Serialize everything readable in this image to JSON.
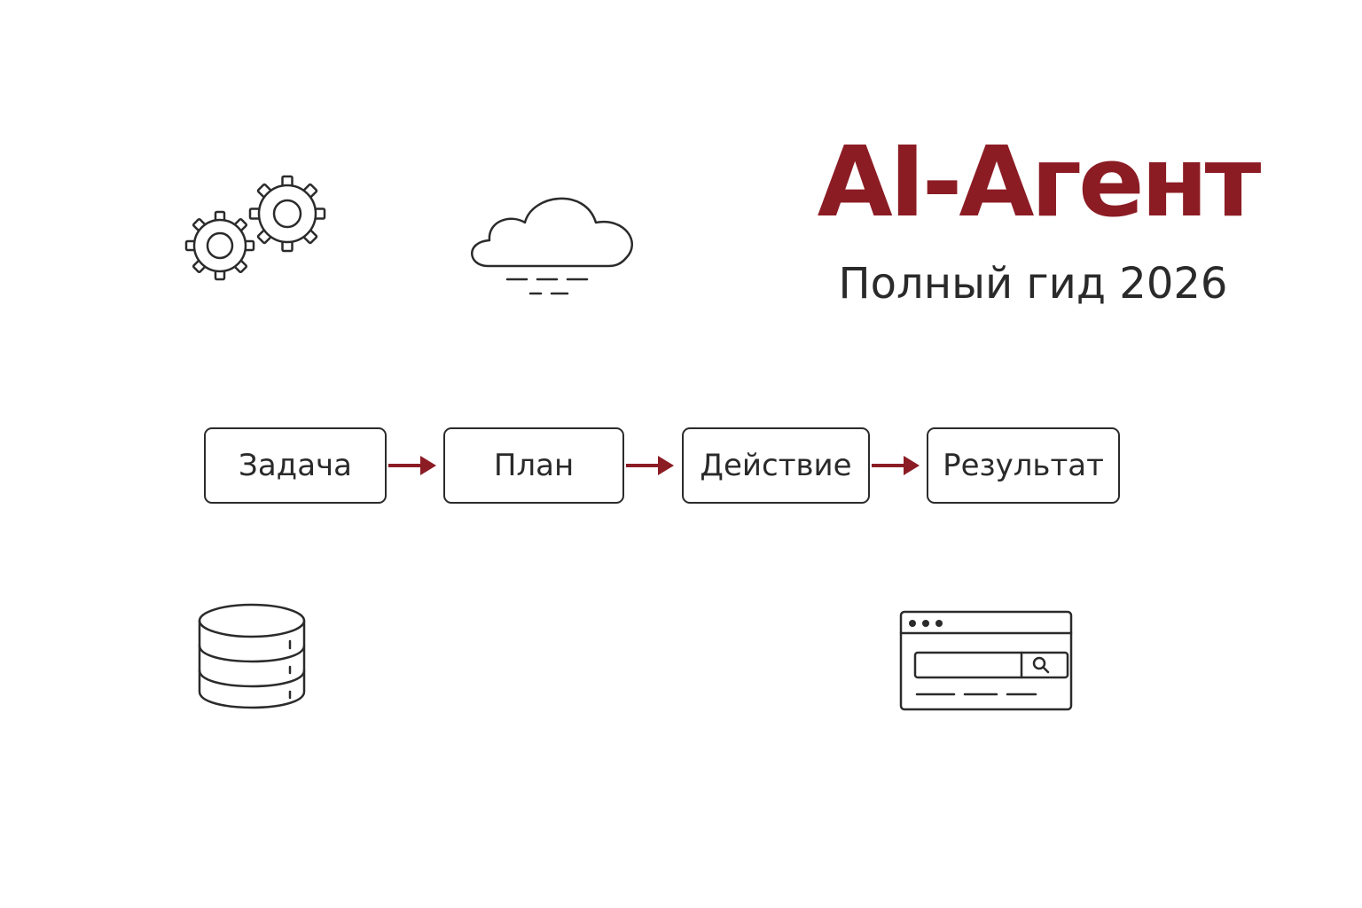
{
  "header": {
    "title": "AI-Агент",
    "subtitle": "Полный гид 2026"
  },
  "flow": {
    "steps": [
      {
        "label": "Задача"
      },
      {
        "label": "План"
      },
      {
        "label": "Действие"
      },
      {
        "label": "Результат"
      }
    ]
  },
  "colors": {
    "accent": "#8c1c24",
    "ink": "#2b2b2b",
    "background": "#ffffff"
  },
  "icons": [
    "gears-icon",
    "cloud-icon",
    "database-icon",
    "browser-search-icon"
  ]
}
